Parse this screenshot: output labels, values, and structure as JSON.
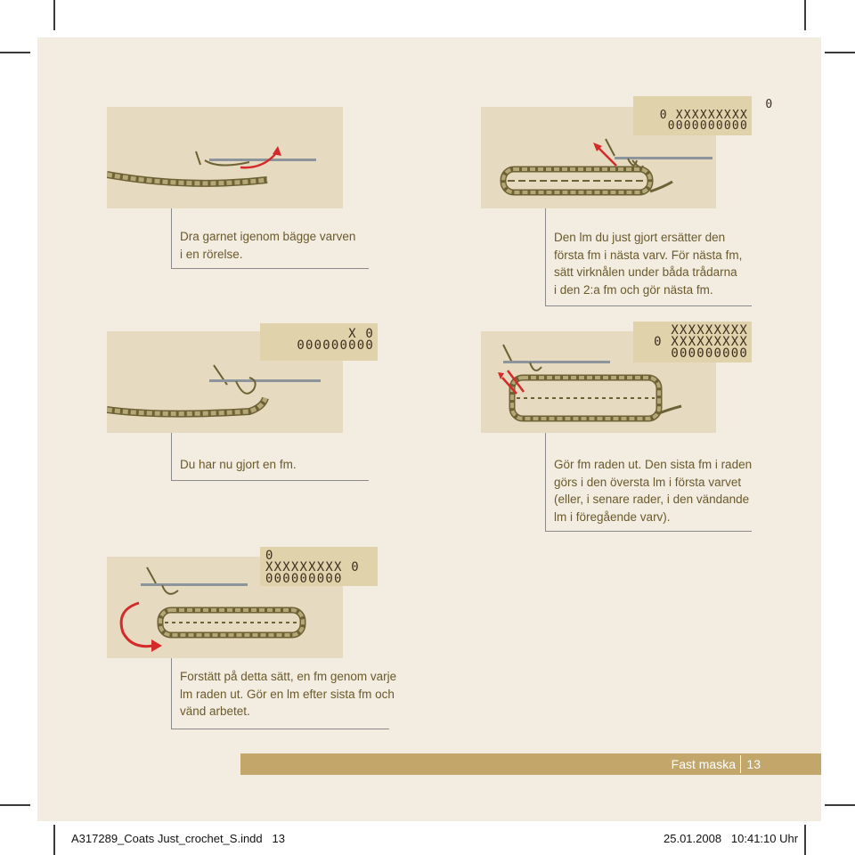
{
  "steps": [
    {
      "caption": "Dra garnet igenom bägge varven\ni en rörelse."
    },
    {
      "chart": "                0\n0 XXXXXXXXX\n0000000000",
      "caption": "Den lm du just gjort ersätter den\nförsta fm i nästa varv. För nästa fm,\nsätt virknålen under båda trådarna\ni den 2:a fm och gör nästa fm."
    },
    {
      "chart": "X 0\n000000000",
      "caption": "Du har nu gjort en fm."
    },
    {
      "chart": "XXXXXXXXX\n0 XXXXXXXXX\n000000000",
      "caption": "Gör fm raden ut. Den sista fm i raden\ngörs i den översta lm i första varvet\n(eller, i senare rader, i den vändande\nlm i föregående varv)."
    },
    {
      "chart": "0\nXXXXXXXXX 0\n000000000",
      "caption": "Forstätt på detta sätt, en fm genom varje\nlm raden ut. Gör en lm efter sista fm och\nvänd arbetet."
    }
  ],
  "footer": {
    "section": "Fast maska",
    "page": "13"
  },
  "slug": {
    "file": "A317289_Coats Just_crochet_S.indd   13",
    "datetime": "25.01.2008   10:41:10 Uhr"
  },
  "colors": {
    "page": "#f3ece0",
    "panel": "#e6dbc0",
    "chart": "#e0d2ab",
    "caption": "#6a5a2c",
    "accent": "#c2a66a",
    "arrow": "#d42a2a"
  }
}
